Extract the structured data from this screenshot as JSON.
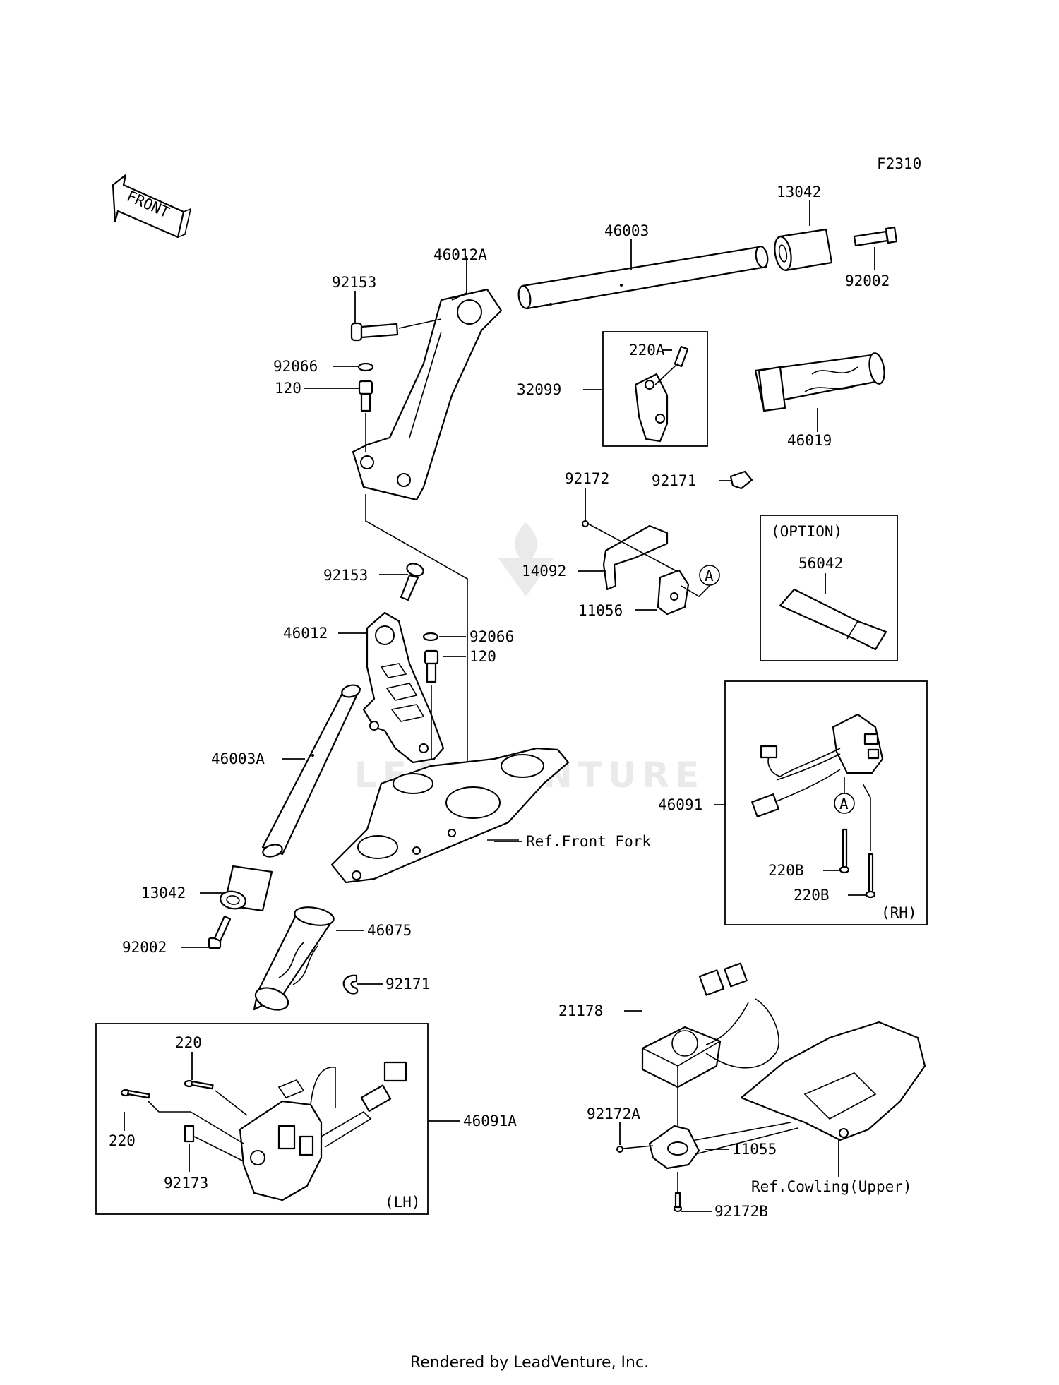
{
  "figure_code": "F2310",
  "front_arrow_label": "FRONT",
  "part_labels": {
    "p13042_top": "13042",
    "p46003": "46003",
    "p46012A": "46012A",
    "p92153_top": "92153",
    "p92002_top": "92002",
    "p220A": "220A",
    "p92066_top": "92066",
    "p120_top": "120",
    "p32099": "32099",
    "p46019": "46019",
    "p92172": "92172",
    "p92171_top": "92171",
    "p14092": "14092",
    "p11056": "11056",
    "p92153_mid": "92153",
    "p46012": "46012",
    "p92066_mid": "92066",
    "p120_mid": "120",
    "p46003A": "46003A",
    "p56042": "56042",
    "p46091": "46091",
    "p220B_1": "220B",
    "p220B_2": "220B",
    "p13042_bot": "13042",
    "p92002_bot": "92002",
    "p46075": "46075",
    "p92171_bot": "92171",
    "p21178": "21178",
    "p220_1": "220",
    "p220_2": "220",
    "p46091A": "46091A",
    "p92173": "92173",
    "p92172A": "92172A",
    "p11055": "11055",
    "p92172B": "92172B"
  },
  "callouts": {
    "option": "(OPTION)",
    "rh": "(RH)",
    "lh": "(LH)",
    "marker_a": "A",
    "ref_front_fork": "Ref.Front Fork",
    "ref_cowling_upper": "Ref.Cowling(Upper)"
  },
  "watermark_text": "LEADVENTURE",
  "footer": "Rendered by LeadVenture, Inc."
}
